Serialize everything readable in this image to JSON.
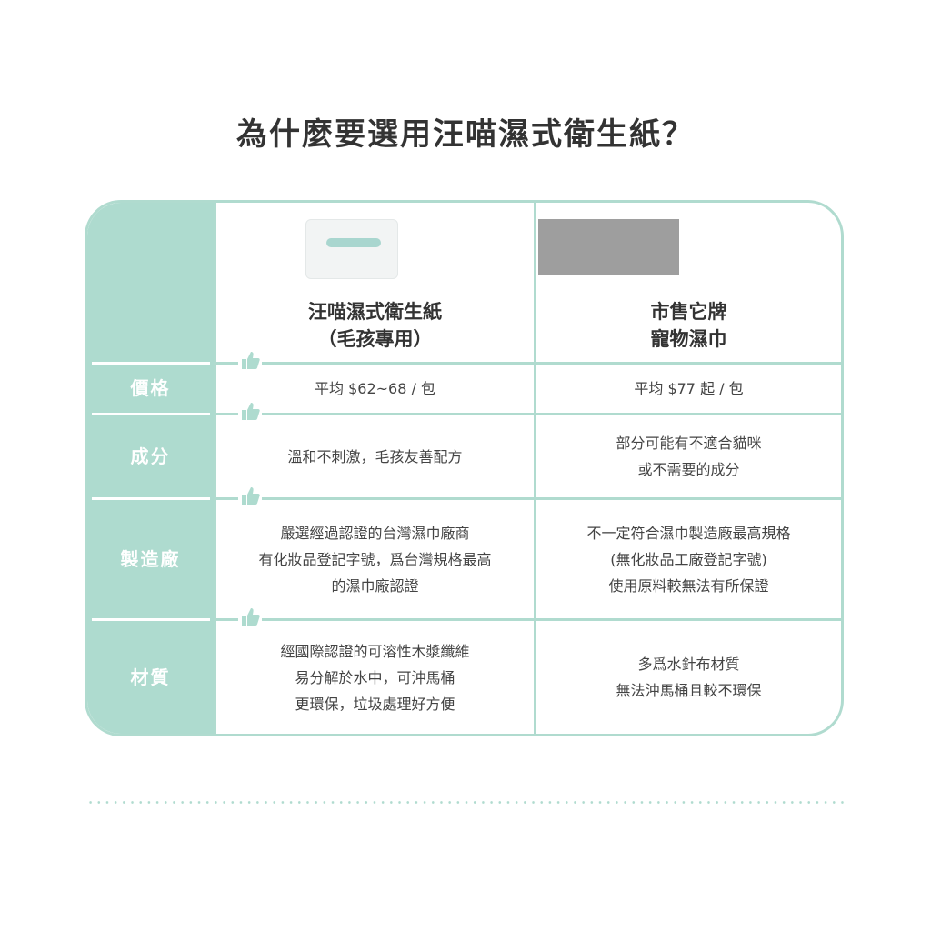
{
  "title": "為什麼要選用汪喵濕式衛生紙？",
  "columns": [
    {
      "line1": "汪喵濕式衛生紙",
      "line2": "（毛孩專用）"
    },
    {
      "line1": "市售它牌",
      "line2": "寵物濕巾"
    }
  ],
  "rows": [
    {
      "label": "價格",
      "ours": [
        "平均 $62~68 / 包"
      ],
      "theirs": [
        "平均 $77 起 / 包"
      ]
    },
    {
      "label": "成分",
      "ours": [
        "溫和不刺激，毛孩友善配方"
      ],
      "theirs": [
        "部分可能有不適合貓咪",
        "或不需要的成分"
      ]
    },
    {
      "label": "製造廠",
      "ours": [
        "嚴選經過認證的台灣濕巾廠商",
        "有化妝品登記字號，爲台灣規格最高",
        "的濕巾廠認證"
      ],
      "theirs": [
        "不一定符合濕巾製造廠最高規格",
        "(無化妝品工廠登記字號)",
        "使用原料較無法有所保證"
      ]
    },
    {
      "label": "材質",
      "ours": [
        "經國際認證的可溶性木漿纖維",
        "易分解於水中，可沖馬桶",
        "更環保，垃圾處理好方便"
      ],
      "theirs": [
        "多爲水針布材質",
        "無法沖馬桶且較不環保"
      ]
    }
  ],
  "colors": {
    "accent": "#aedbcf"
  }
}
